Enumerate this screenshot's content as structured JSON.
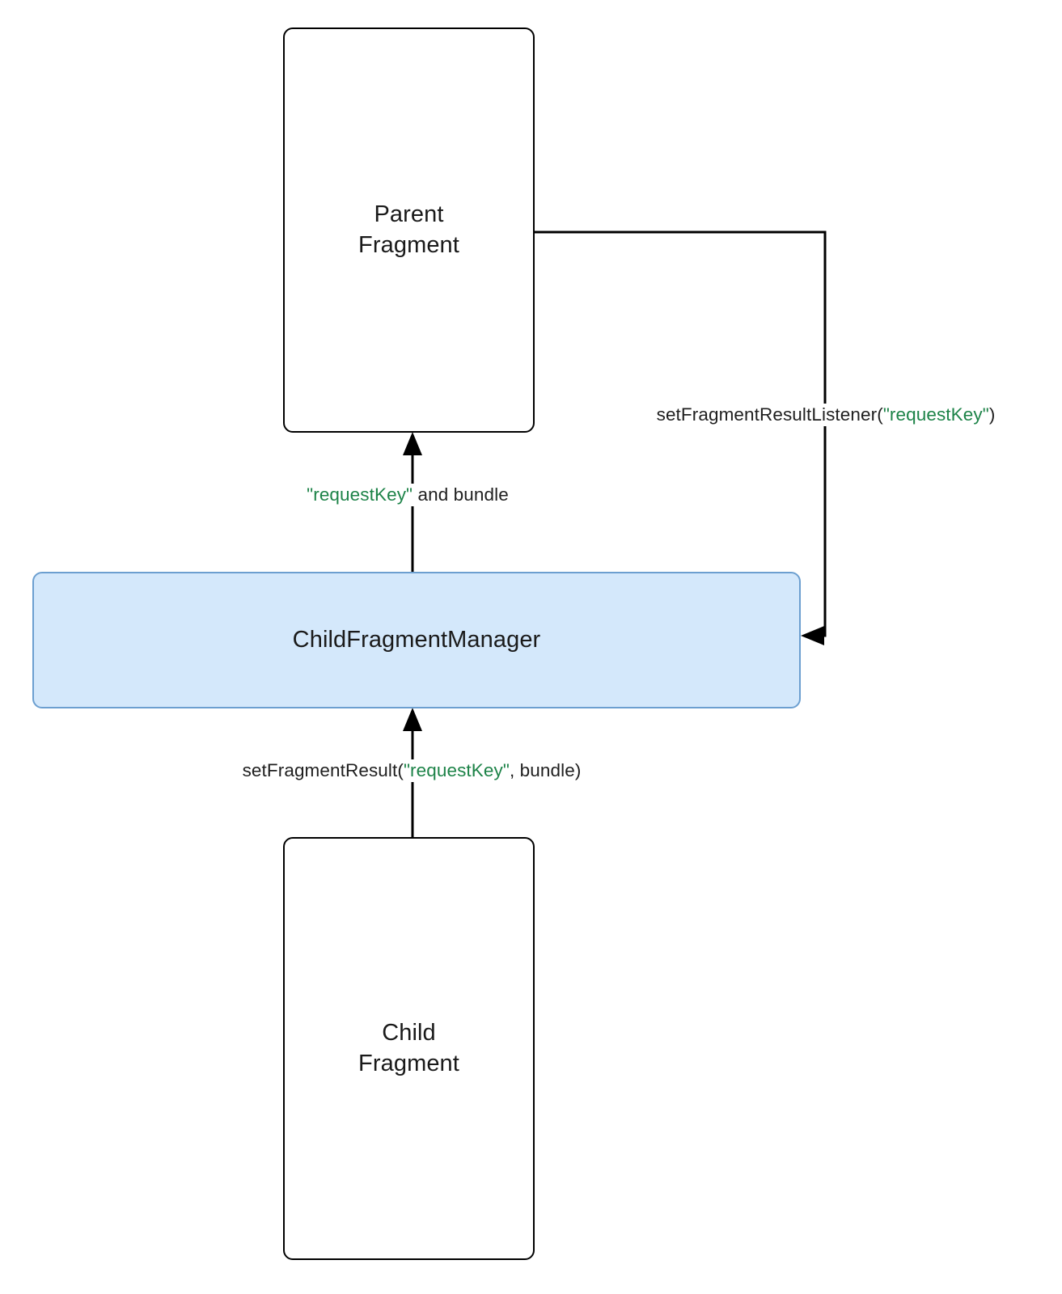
{
  "diagram": {
    "title": "Fragment result passing between parent and child fragments",
    "background_color": "#ffffff",
    "accent_color": "#1d8348",
    "highlight_fill": "#d4e8fb",
    "highlight_stroke": "#6c9fd0",
    "nodes": {
      "parent_fragment": {
        "label": "Parent\nFragment",
        "style": "plain"
      },
      "child_fragment_manager": {
        "label": "ChildFragmentManager",
        "style": "highlight"
      },
      "child_fragment": {
        "label": "Child\nFragment",
        "style": "plain"
      }
    },
    "edges": {
      "result_to_parent": {
        "label_key": "\"requestKey\"",
        "label_rest": " and bundle",
        "from": "child_fragment_manager",
        "to": "parent_fragment"
      },
      "listener_to_manager": {
        "label_prefix": "setFragmentResultListener(",
        "label_key": "\"requestKey\"",
        "label_suffix": ")",
        "from": "parent_fragment",
        "to": "child_fragment_manager"
      },
      "set_result_to_manager": {
        "label_prefix": "setFragmentResult(",
        "label_key": "\"requestKey\"",
        "label_suffix": ", bundle)",
        "from": "child_fragment",
        "to": "child_fragment_manager"
      }
    }
  }
}
